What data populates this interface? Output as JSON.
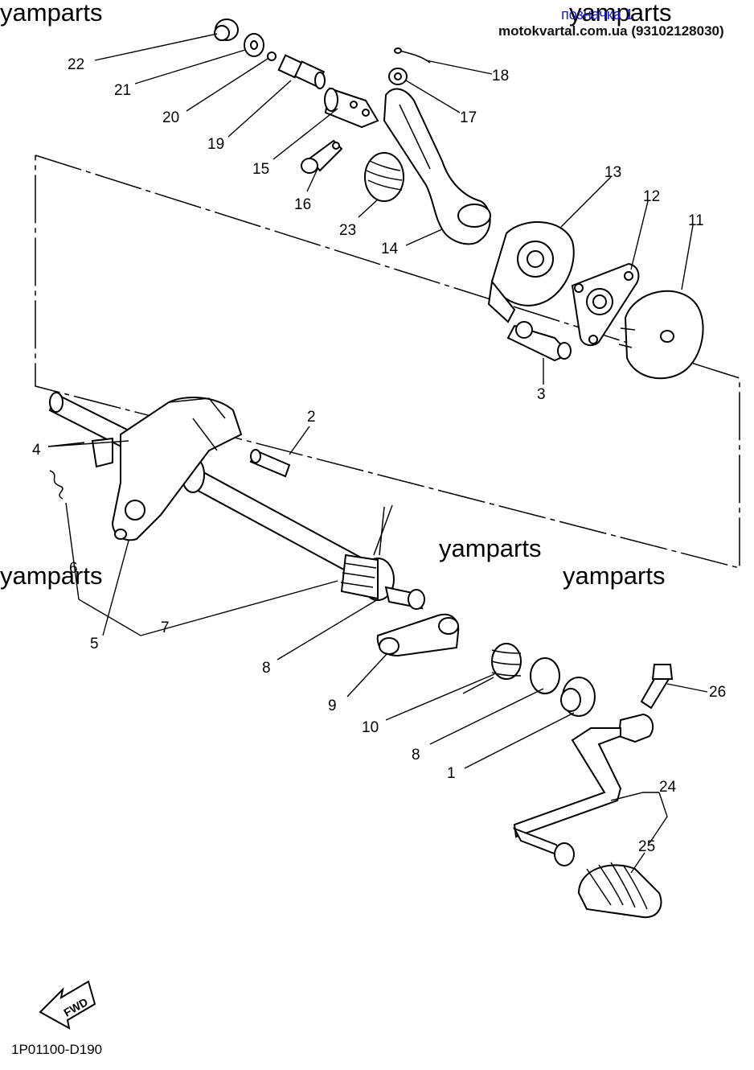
{
  "watermarks": [
    "yamparts",
    "yamparts",
    "yamparts",
    "yamparts",
    "yamparts"
  ],
  "header": {
    "overlay_label": "позначка 1",
    "site": "motokvartal.com.ua (93102128030)"
  },
  "diagram_code": "1P01100-D190",
  "fwd_label": "FWD",
  "callouts": [
    "22",
    "21",
    "20",
    "19",
    "18",
    "17",
    "15",
    "16",
    "23",
    "14",
    "13",
    "12",
    "11",
    "3",
    "2",
    "4",
    "6",
    "5",
    "7",
    "8",
    "9",
    "10",
    "8",
    "1",
    "26",
    "24",
    "25"
  ]
}
